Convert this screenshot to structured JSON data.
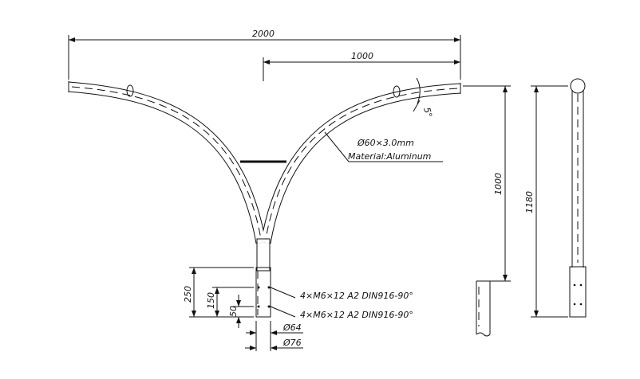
{
  "dimensions": {
    "total_span": "2000",
    "half_span": "1000",
    "arm_height": "1000",
    "total_height": "1180",
    "base_250": "250",
    "base_150": "150",
    "base_50": "50",
    "inner_dia": "Ø64",
    "outer_dia": "Ø76",
    "angle": "5°"
  },
  "annotations": {
    "tube": "Ø60×3.0mm",
    "material": "Material:Aluminum",
    "screws_upper": "4×M6×12 A2 DIN916-90°",
    "screws_lower": "4×M6×12 A2 DIN916-90°"
  },
  "colors": {
    "line": "#111111",
    "background": "#ffffff"
  }
}
